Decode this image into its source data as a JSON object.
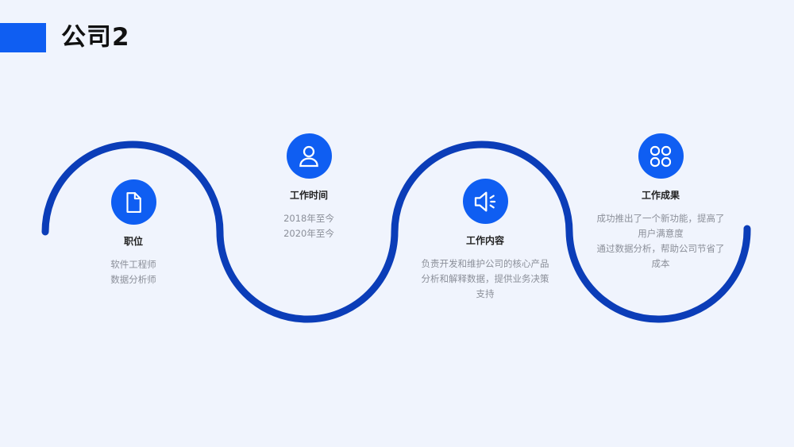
{
  "header": {
    "title": "公司2"
  },
  "colors": {
    "accent": "#0f5ef2",
    "wave": "#0b3db8",
    "background": "#f0f4fd"
  },
  "nodes": [
    {
      "icon": "document-icon",
      "title": "职位",
      "lines": [
        "软件工程师",
        "数据分析师"
      ]
    },
    {
      "icon": "user-icon",
      "title": "工作时间",
      "lines": [
        "2018年至今",
        "2020年至今"
      ]
    },
    {
      "icon": "speaker-icon",
      "title": "工作内容",
      "lines": [
        "负责开发和维护公司的核心产品",
        "分析和解释数据，提供业务决策",
        "支持"
      ]
    },
    {
      "icon": "grid-icon",
      "title": "工作成果",
      "lines": [
        "成功推出了一个新功能，提高了",
        "用户满意度",
        "通过数据分析，帮助公司节省了",
        "成本"
      ]
    }
  ]
}
